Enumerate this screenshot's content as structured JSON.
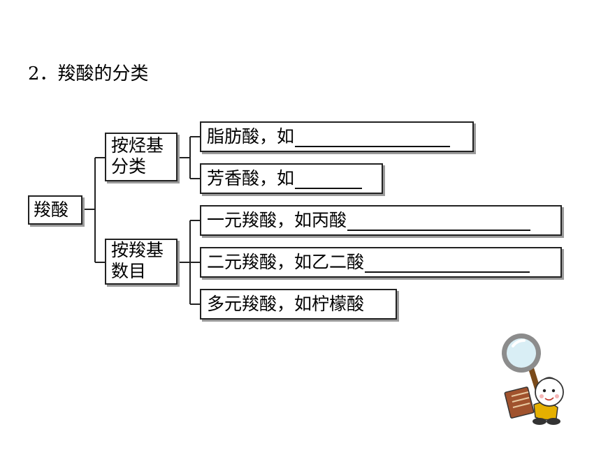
{
  "title": "2．羧酸的分类",
  "tree": {
    "root": "羧酸",
    "categories": [
      {
        "label_line1": "按烃基",
        "label_line2": "分类"
      },
      {
        "label_line1": "按羧基",
        "label_line2": "数目"
      }
    ],
    "leaves": [
      "脂肪酸，如",
      "芳香酸，如",
      "一元羧酸，如丙酸",
      "二元羧酸，如乙二酸",
      "多元羧酸，如柠檬酸"
    ]
  },
  "colors": {
    "line": "#222222",
    "shadow": "#9a9a9a",
    "magnifier_rim": "#8c8c8c",
    "magnifier_lens": "#d9eef5",
    "mascot_shirt": "#e5b000",
    "mascot_pants": "#333333",
    "book": "#a0522d"
  },
  "icons": [
    "magnifier-icon",
    "mascot-character"
  ]
}
